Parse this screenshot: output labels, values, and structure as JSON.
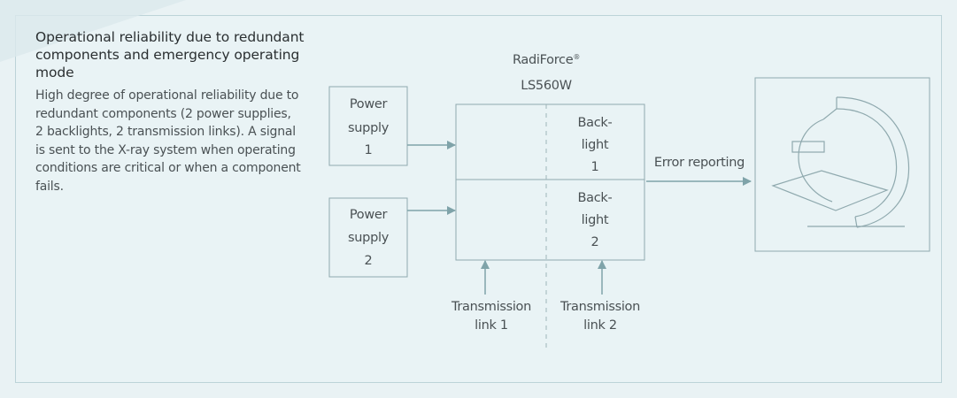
{
  "heading": "Operational reliability due to redundant components and emergency operating mode",
  "body": "High degree of operational reliability due to redundant components (2 power supplies, 2 backlights, 2 transmission links). A signal is sent to the X-ray system when operating conditions are critical or when a component fails.",
  "diagram": {
    "model_name": "RadiForce",
    "model_registered": "®",
    "model_number": "LS560W",
    "power_supply_1": [
      "Power",
      "supply",
      "1"
    ],
    "power_supply_2": [
      "Power",
      "supply",
      "2"
    ],
    "backlight_1": [
      "Back-",
      "light",
      "1"
    ],
    "backlight_2": [
      "Back-",
      "light",
      "2"
    ],
    "transmission_link_1": [
      "Transmission",
      "link 1"
    ],
    "transmission_link_2": [
      "Transmission",
      "link 2"
    ],
    "error_reporting": "Error reporting",
    "xray_system_icon": "x-ray-c-arm-icon"
  },
  "colors": {
    "background": "#e9f2f4",
    "line": "#8fa9ae",
    "arrow": "#7fa3a9",
    "text": "#4a5154"
  }
}
